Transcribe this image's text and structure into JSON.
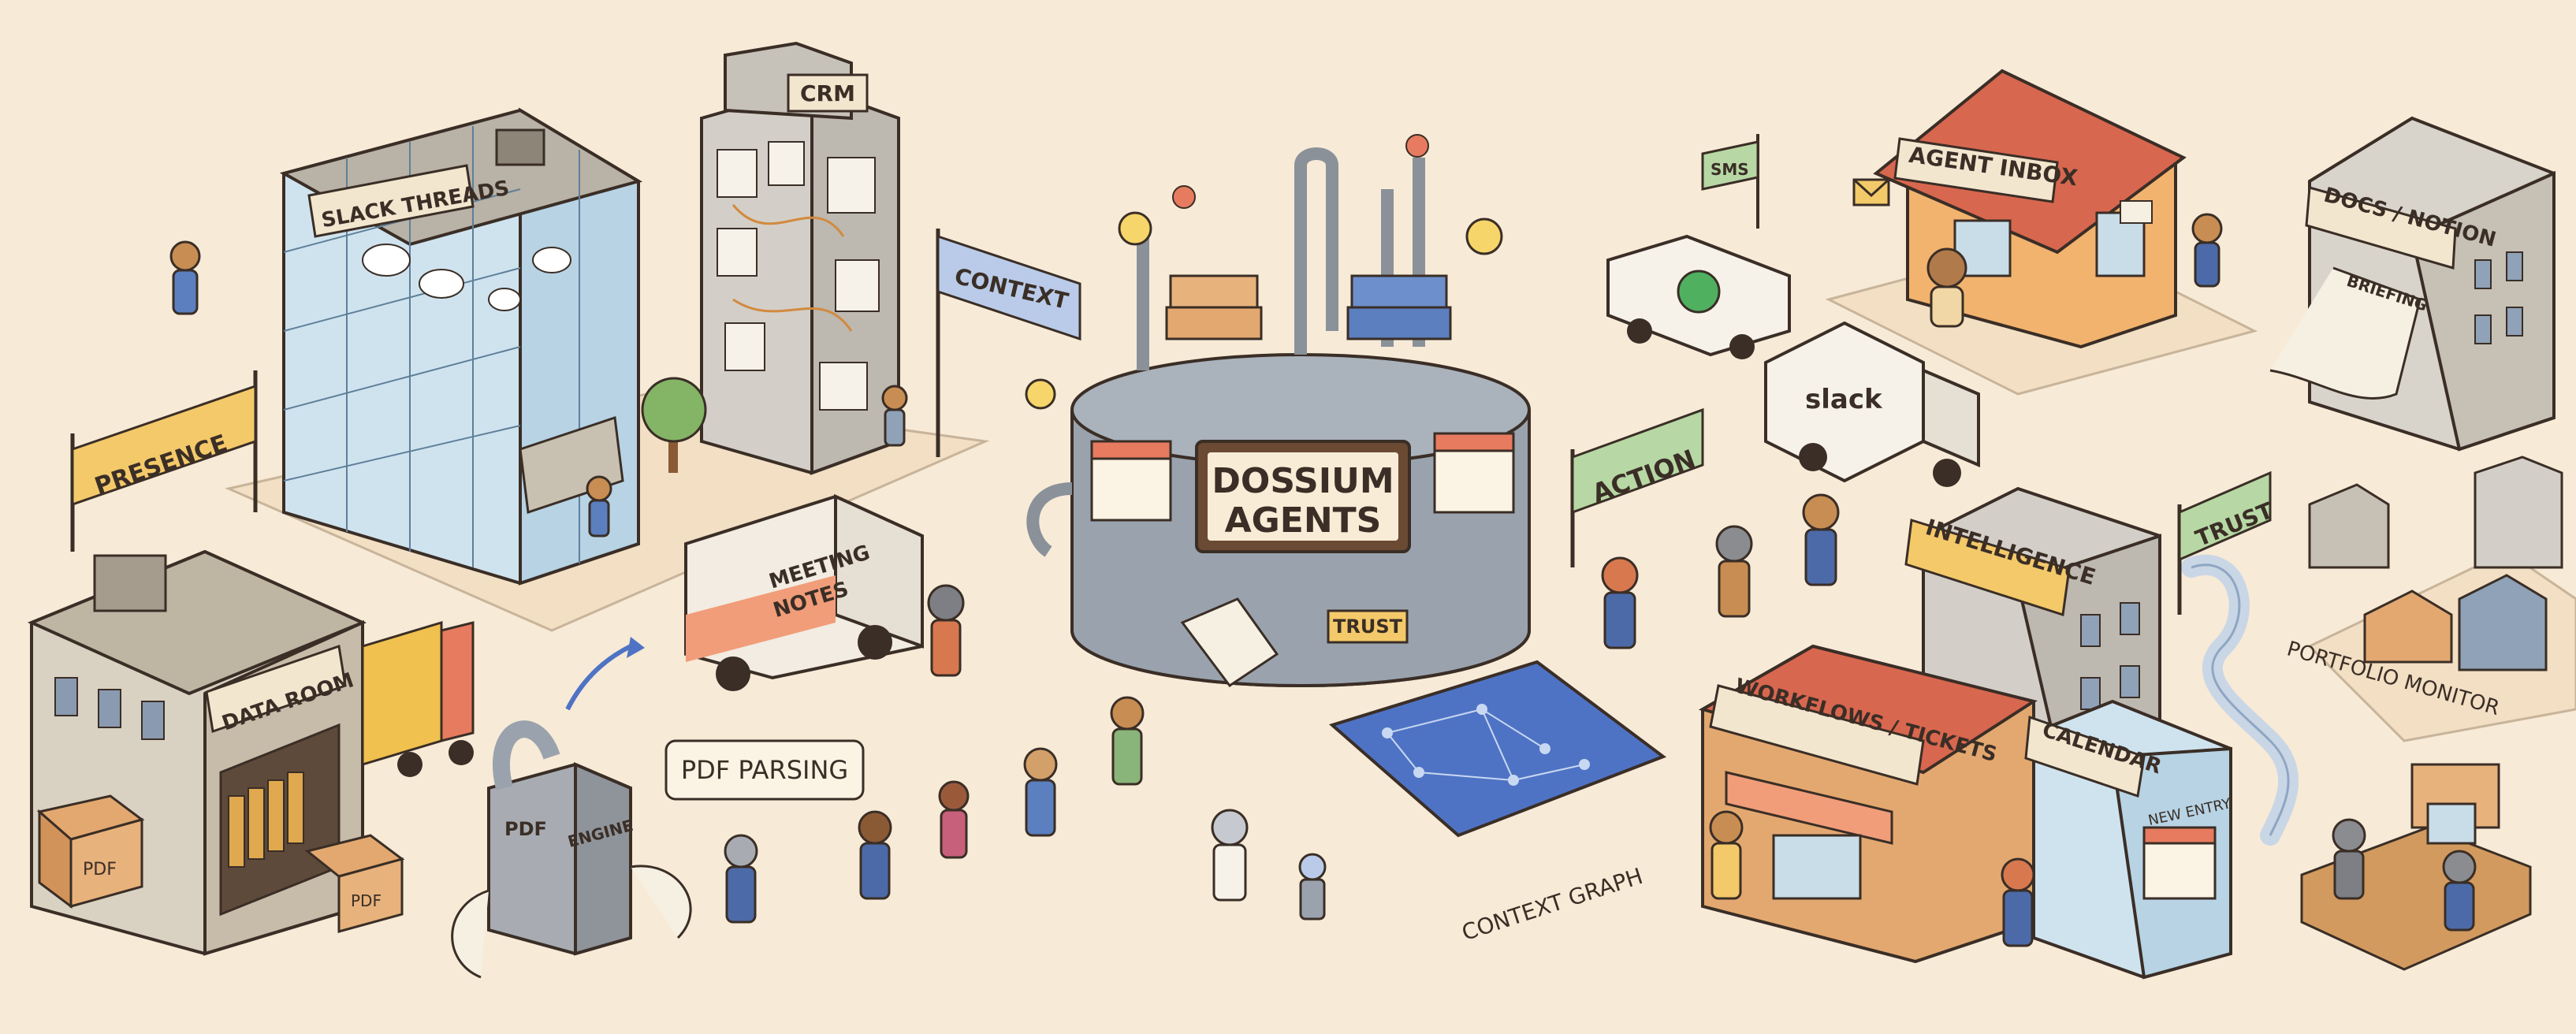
{
  "scene": {
    "center_sign_line1": "DOSSIUM",
    "center_sign_line2": "AGENTS",
    "trust_plate": "TRUST"
  },
  "labels": {
    "crm": "CRM",
    "slack_threads": "SLACK THREADS",
    "context": "CONTEXT",
    "presence": "PRESENCE",
    "sms": "SMS",
    "agent_inbox": "AGENT INBOX",
    "docs_notion": "DOCS / NOTION",
    "briefing": "BRIEFING",
    "meeting_notes_line1": "MEETING",
    "meeting_notes_line2": "NOTES",
    "action": "ACTION",
    "slack": "slack",
    "data_room": "DATA ROOM",
    "pdf_parsing": "PDF PARSING",
    "pdf": "PDF",
    "engine": "ENGINE",
    "intelligence": "INTELLIGENCE",
    "trust": "TRUST",
    "portfolio_monitor": "PORTFOLIO MONITOR",
    "workflows_tickets": "WORKFLOWS / TICKETS",
    "calendar": "CALENDAR",
    "new_entry": "NEW ENTRY",
    "context_graph": "CONTEXT GRAPH"
  },
  "colors": {
    "background": "#f7ead7",
    "outline": "#3a2e26",
    "banner_yellow": "#f4c96a",
    "banner_blue": "#b9cbe8",
    "banner_green": "#b7d8a4",
    "blueprint": "#4f73c4",
    "roof_red": "#d8674f",
    "machine_gray": "#9aa3ad"
  },
  "icons": [
    "building-icon",
    "van-icon",
    "truck-icon",
    "machine-icon",
    "lightbulb-icon",
    "envelope-icon",
    "flag-icon",
    "tree-icon",
    "character-icon"
  ]
}
